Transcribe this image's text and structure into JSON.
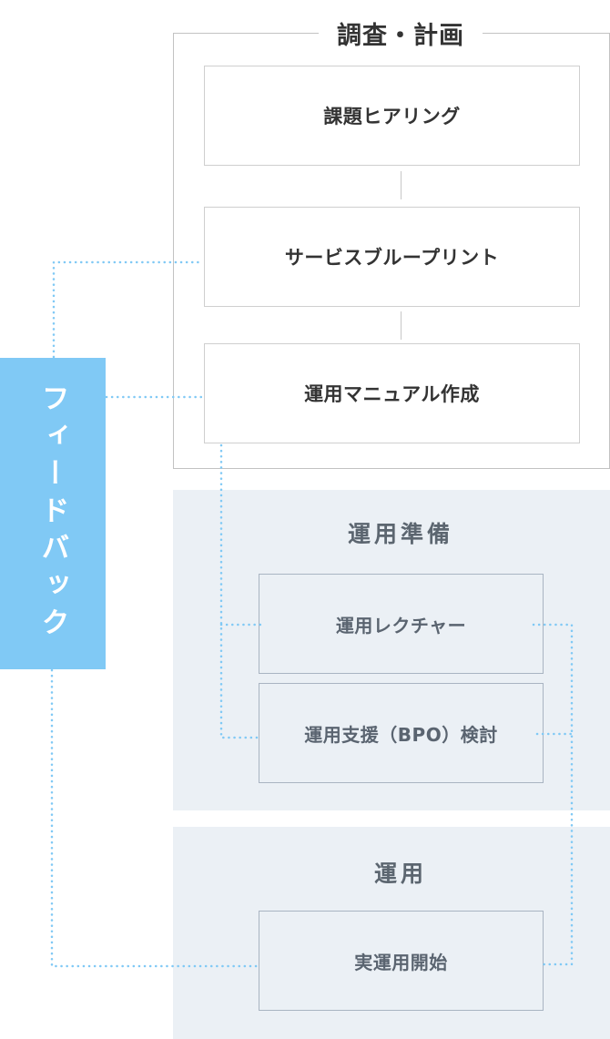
{
  "phases": [
    {
      "title": "調査・計画",
      "steps": [
        "課題ヒアリング",
        "サービスブループリント",
        "運用マニュアル作成"
      ]
    },
    {
      "title": "運用準備",
      "steps": [
        "運用レクチャー",
        "運用支援（BPO）検討"
      ]
    },
    {
      "title": "運用",
      "steps": [
        "実運用開始"
      ]
    }
  ],
  "feedback": {
    "label": "フィードバック"
  },
  "colors": {
    "feedback": "#80c9f5",
    "dotted_line": "#80c9f5",
    "section_bg": "#ebf0f5",
    "text_dark": "#333333",
    "text_muted": "#5a6470"
  }
}
